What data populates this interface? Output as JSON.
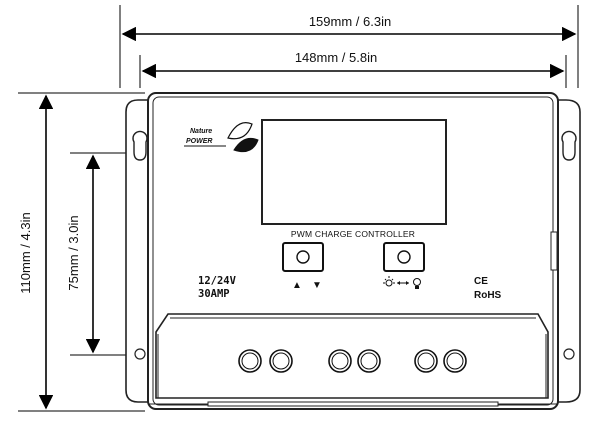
{
  "dimensions": {
    "total_width": "159mm / 6.3in",
    "body_width": "148mm / 5.8in",
    "total_height": "110mm / 4.3in",
    "mount_spacing": "75mm / 3.0in"
  },
  "device": {
    "brand_line1": "Nature",
    "brand_line2": "POWER",
    "panel_title": "PWM CHARGE CONTROLLER",
    "voltage": "12/24V",
    "current": "30AMP",
    "cert_ce": "CE",
    "cert_rohs": "RoHS",
    "button_left_symbols": "▲ ▼",
    "button_right_symbols": "☀ ↔ 💡"
  },
  "terminals": {
    "groups": 3,
    "per_group": 2
  }
}
